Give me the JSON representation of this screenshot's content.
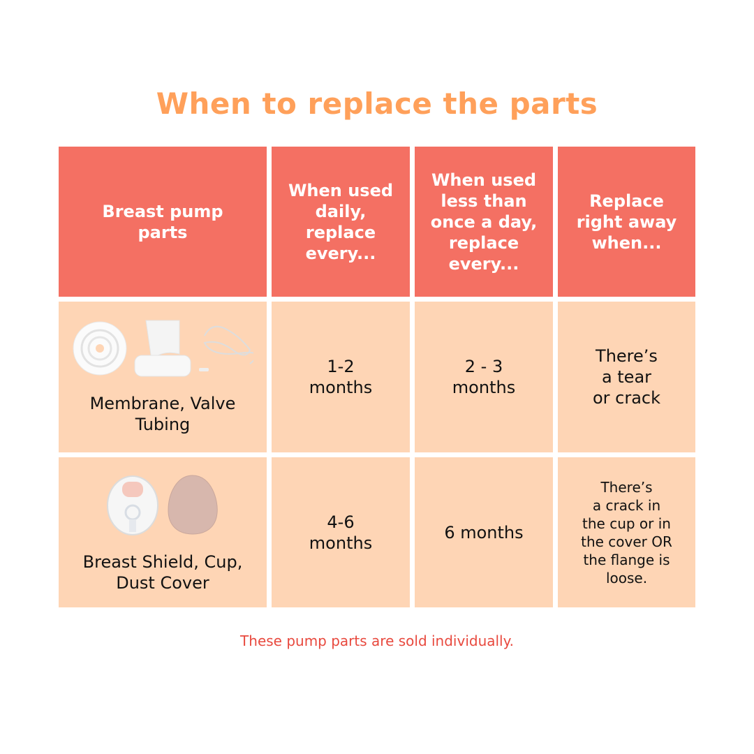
{
  "title": "When to replace the parts",
  "headers": [
    "Breast pump\nparts",
    "When used\ndaily,\nreplace\nevery...",
    "When used\nless than\nonce a day,\nreplace\nevery...",
    "Replace\nright away\nwhen..."
  ],
  "rows": [
    {
      "part": "Membrane, Valve\nTubing",
      "icons": [
        "membrane-image",
        "valve-image",
        "tubing-image"
      ],
      "daily": "1-2\nmonths",
      "less": "2 - 3\nmonths",
      "replace": "There’s\na tear\nor crack"
    },
    {
      "part": "Breast Shield, Cup,\nDust Cover",
      "icons": [
        "breast-shield-cup-image",
        "dust-cover-image"
      ],
      "daily": "4-6\nmonths",
      "less": "6 months",
      "replace": "There’s\na crack in\nthe cup or in\nthe cover OR\nthe flange is\nloose."
    }
  ],
  "footer": "These pump parts are sold individually.",
  "colors": {
    "title": "#FFA05A",
    "header": "#F47063",
    "body": "#FED5B5",
    "footer": "#E8493E"
  }
}
